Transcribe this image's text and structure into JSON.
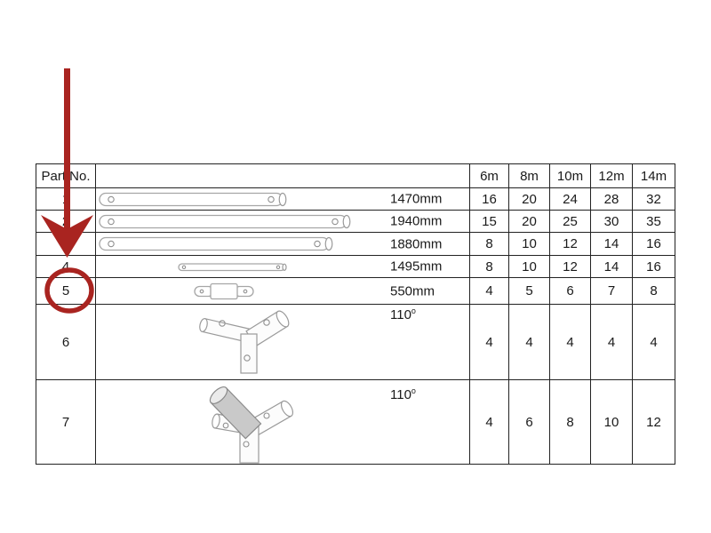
{
  "annotation": {
    "color": "#A92420",
    "arrow_icon": "down-arrow-icon",
    "circle_icon": "highlight-circle",
    "circled_part_no": "5"
  },
  "table": {
    "header": {
      "part_no_label": "Part No.",
      "sizes": [
        "6m",
        "8m",
        "10m",
        "12m",
        "14m"
      ]
    },
    "rows": [
      {
        "part_no": "1",
        "icon": "pole-tube-icon",
        "dimension": "1470mm",
        "qty": [
          "16",
          "20",
          "24",
          "28",
          "32"
        ]
      },
      {
        "part_no": "2",
        "icon": "pole-tube-icon",
        "dimension": "1940mm",
        "qty": [
          "15",
          "20",
          "25",
          "30",
          "35"
        ]
      },
      {
        "part_no": "3",
        "icon": "pole-tube-icon",
        "dimension": "1880mm",
        "qty": [
          "8",
          "10",
          "12",
          "14",
          "16"
        ]
      },
      {
        "part_no": "4",
        "icon": "thin-pole-icon",
        "dimension": "1495mm",
        "qty": [
          "8",
          "10",
          "12",
          "14",
          "16"
        ]
      },
      {
        "part_no": "5",
        "icon": "joint-sleeve-icon",
        "dimension": "550mm",
        "qty": [
          "4",
          "5",
          "6",
          "7",
          "8"
        ]
      },
      {
        "part_no": "6",
        "icon": "three-way-connector-icon",
        "dimension": "110",
        "dimension_sup": "o",
        "qty": [
          "4",
          "4",
          "4",
          "4",
          "4"
        ]
      },
      {
        "part_no": "7",
        "icon": "four-way-connector-icon",
        "dimension": "110",
        "dimension_sup": "o",
        "qty": [
          "4",
          "6",
          "8",
          "10",
          "12"
        ]
      }
    ]
  }
}
